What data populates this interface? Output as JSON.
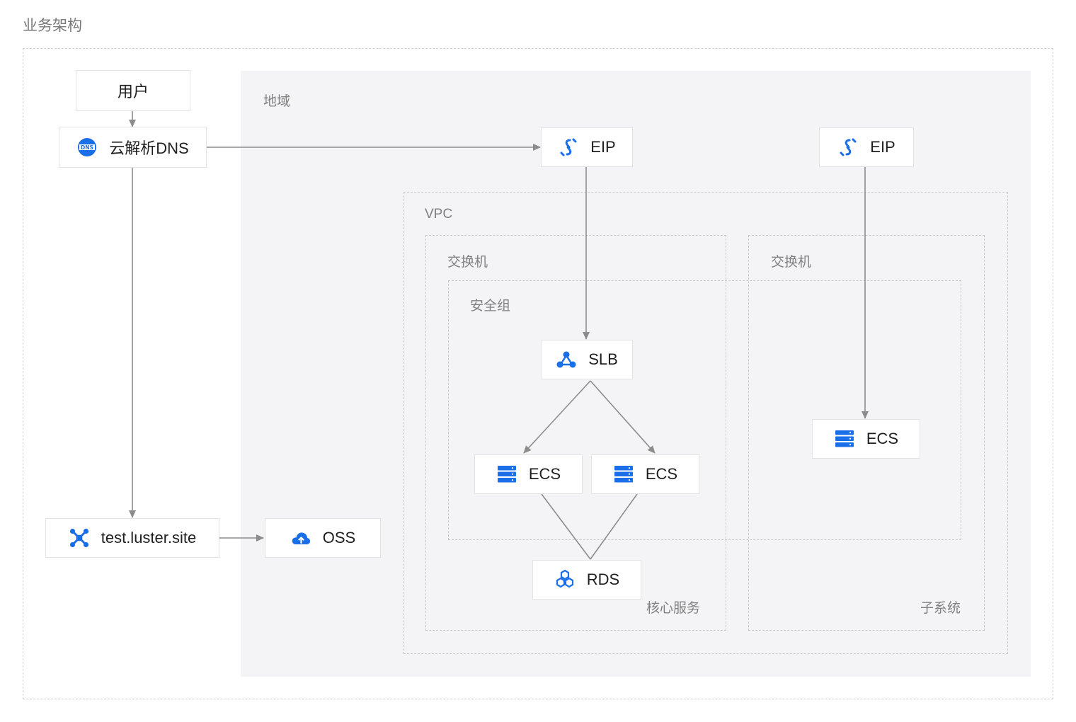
{
  "title": "业务架构",
  "containers": {
    "region": "地域",
    "vpc": "VPC",
    "switch_left": "交换机",
    "switch_right": "交换机",
    "security_group": "安全组",
    "core_service": "核心服务",
    "subsystem": "子系统"
  },
  "nodes": {
    "user": "用户",
    "dns": "云解析DNS",
    "eip_left": "EIP",
    "eip_right": "EIP",
    "slb": "SLB",
    "ecs_left": "ECS",
    "ecs_mid": "ECS",
    "ecs_right": "ECS",
    "rds": "RDS",
    "site": "test.luster.site",
    "oss": "OSS"
  },
  "icons": {
    "dns": "dns-icon",
    "eip": "eip-link-icon",
    "slb": "load-balancer-icon",
    "ecs": "server-stack-icon",
    "rds": "database-hexagon-icon",
    "site": "network-node-icon",
    "oss": "cloud-upload-icon"
  },
  "colors": {
    "icon": "#1a6fe8",
    "arrow": "#8c8c8c"
  }
}
